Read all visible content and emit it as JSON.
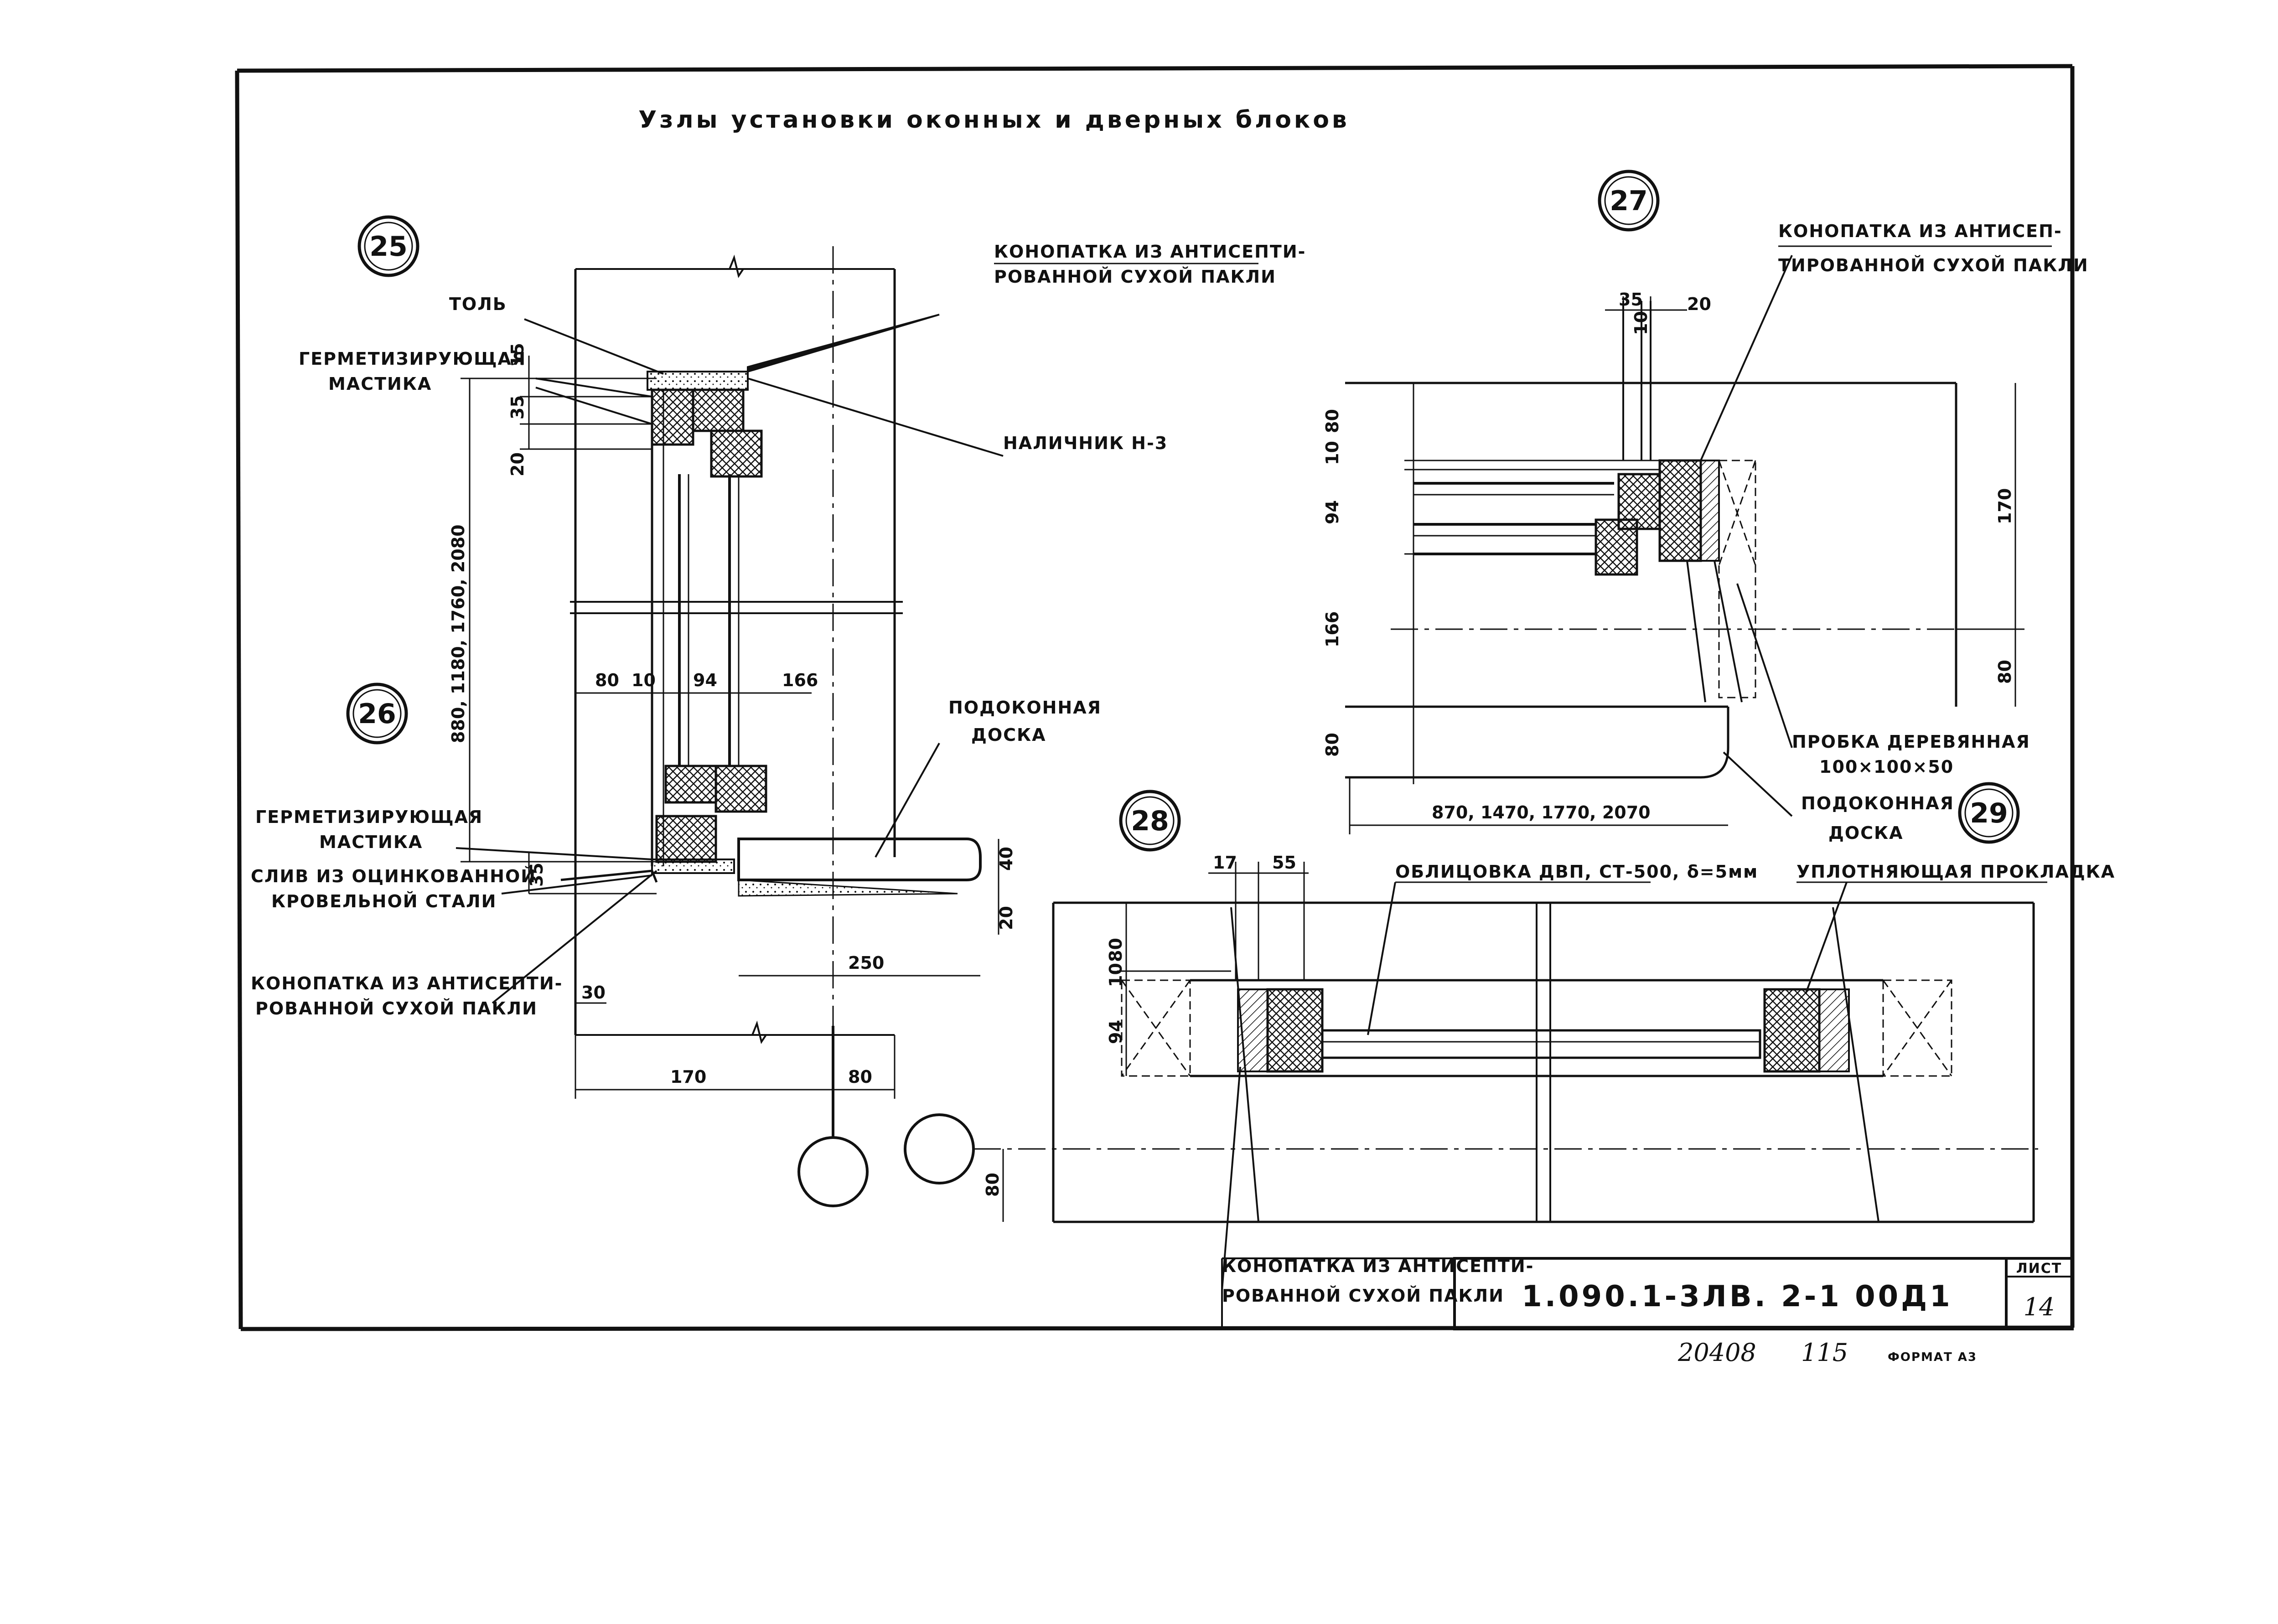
{
  "title": "Узлы установки оконных и дверных блоков",
  "node_markers": {
    "n25": "25",
    "n26": "26",
    "n27": "27",
    "n28": "28",
    "n29": "29"
  },
  "node25": {
    "labels": {
      "caulk": [
        "КОНОПАТКА ИЗ АНТИСЕПТИ-",
        "РОВАННОЙ СУХОЙ ПАКЛИ"
      ],
      "tol": "ТОЛЬ",
      "mastic": [
        "ГЕРМЕТИЗИРУЮЩАЯ",
        "МАСТИКА"
      ],
      "casing": "НАЛИЧНИК Н-3"
    },
    "dims": {
      "d15": "15",
      "d35": "35",
      "d20": "20",
      "heights": "880, 1180, 1760, 2080",
      "d80": "80",
      "d10": "10",
      "d94": "94",
      "d166": "166"
    }
  },
  "node26": {
    "labels": {
      "sill_board": [
        "ПОДОКОННАЯ",
        "ДОСКА"
      ],
      "mastic": [
        "ГЕРМЕТИЗИРУЮЩАЯ",
        "МАСТИКА"
      ],
      "drip": [
        "СЛИВ ИЗ ОЦИНКОВАННОЙ",
        "КРОВЕЛЬНОЙ СТАЛИ"
      ],
      "caulk": [
        "КОНОПАТКА ИЗ АНТИСЕПТИ-",
        "РОВАННОЙ СУХОЙ ПАКЛИ"
      ]
    },
    "dims": {
      "d35": "35",
      "d40": "40",
      "d20": "20",
      "d250": "250",
      "d30": "30",
      "d170": "170",
      "d80": "80"
    }
  },
  "node27": {
    "labels": {
      "caulk": [
        "КОНОПАТКА ИЗ АНТИСЕП-",
        "ТИРОВАННОЙ СУХОЙ ПАКЛИ"
      ],
      "plug": [
        "ПРОБКА ДЕРЕВЯННАЯ",
        "100×100×50"
      ],
      "sill_board": [
        "ПОДОКОННАЯ",
        "ДОСКА"
      ]
    },
    "dims": {
      "d35": "35",
      "d20": "20",
      "d10": "10",
      "d80a": "80",
      "d10b": "10",
      "d94": "94",
      "d166": "166",
      "d80b": "80",
      "d170": "170",
      "d80c": "80",
      "widths": "870, 1470, 1770, 2070"
    }
  },
  "node28": {
    "labels": {
      "facing": "ОБЛИЦОВКА ДВП, СТ-500, δ=5мм",
      "gasket": "УПЛОТНЯЮЩАЯ ПРОКЛАДКА",
      "caulk": [
        "КОНОПАТКА ИЗ АНТИСЕПТИ-",
        "РОВАННОЙ СУХОЙ ПАКЛИ"
      ]
    },
    "dims": {
      "d17": "17",
      "d55": "55",
      "d80a": "80",
      "d10": "10",
      "d94": "94",
      "d80b": "80"
    }
  },
  "title_block": {
    "code": "1.090.1-3ЛВ. 2-1 00Д1",
    "sheet_label": "ЛИСТ",
    "sheet_number": "14"
  },
  "footer": {
    "inventory": "20408",
    "copy": "115",
    "format": "ФОРМАТ А3"
  }
}
